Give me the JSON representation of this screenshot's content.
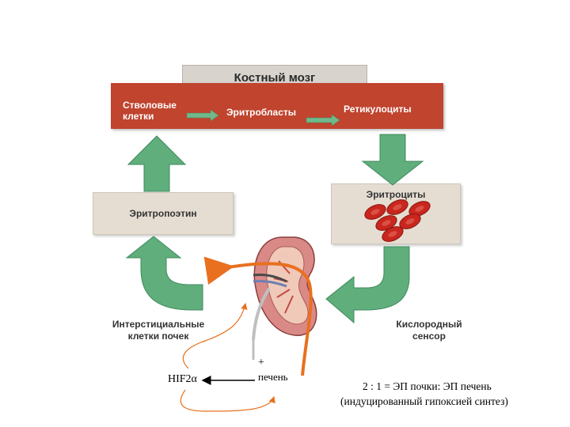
{
  "diagram": {
    "title": "Костный мозг",
    "marrow": {
      "stem_cells": "Стволовые клетки",
      "erythroblasts": "Эритробласты",
      "reticulocytes": "Ретикулоциты"
    },
    "erythropoietin": "Эритропоэтин",
    "erythrocytes": "Эритроциты",
    "interstitial_cells": "Интерстициальные клетки почек",
    "oxygen_sensor": "Кислородный сенсор",
    "plus": "+",
    "liver": "печень",
    "hif": "HIF2α",
    "ratio_line1": "2 : 1 = ЭП почки: ЭП печень",
    "ratio_line2": "(индуцированный гипоксией синтез)"
  },
  "colors": {
    "marrow_red": "#c0442e",
    "green_arrow": "#5fae7c",
    "panel_beige": "#e5ddd2",
    "orange_arrow": "#e8701f",
    "rbc_red": "#c8261e"
  }
}
